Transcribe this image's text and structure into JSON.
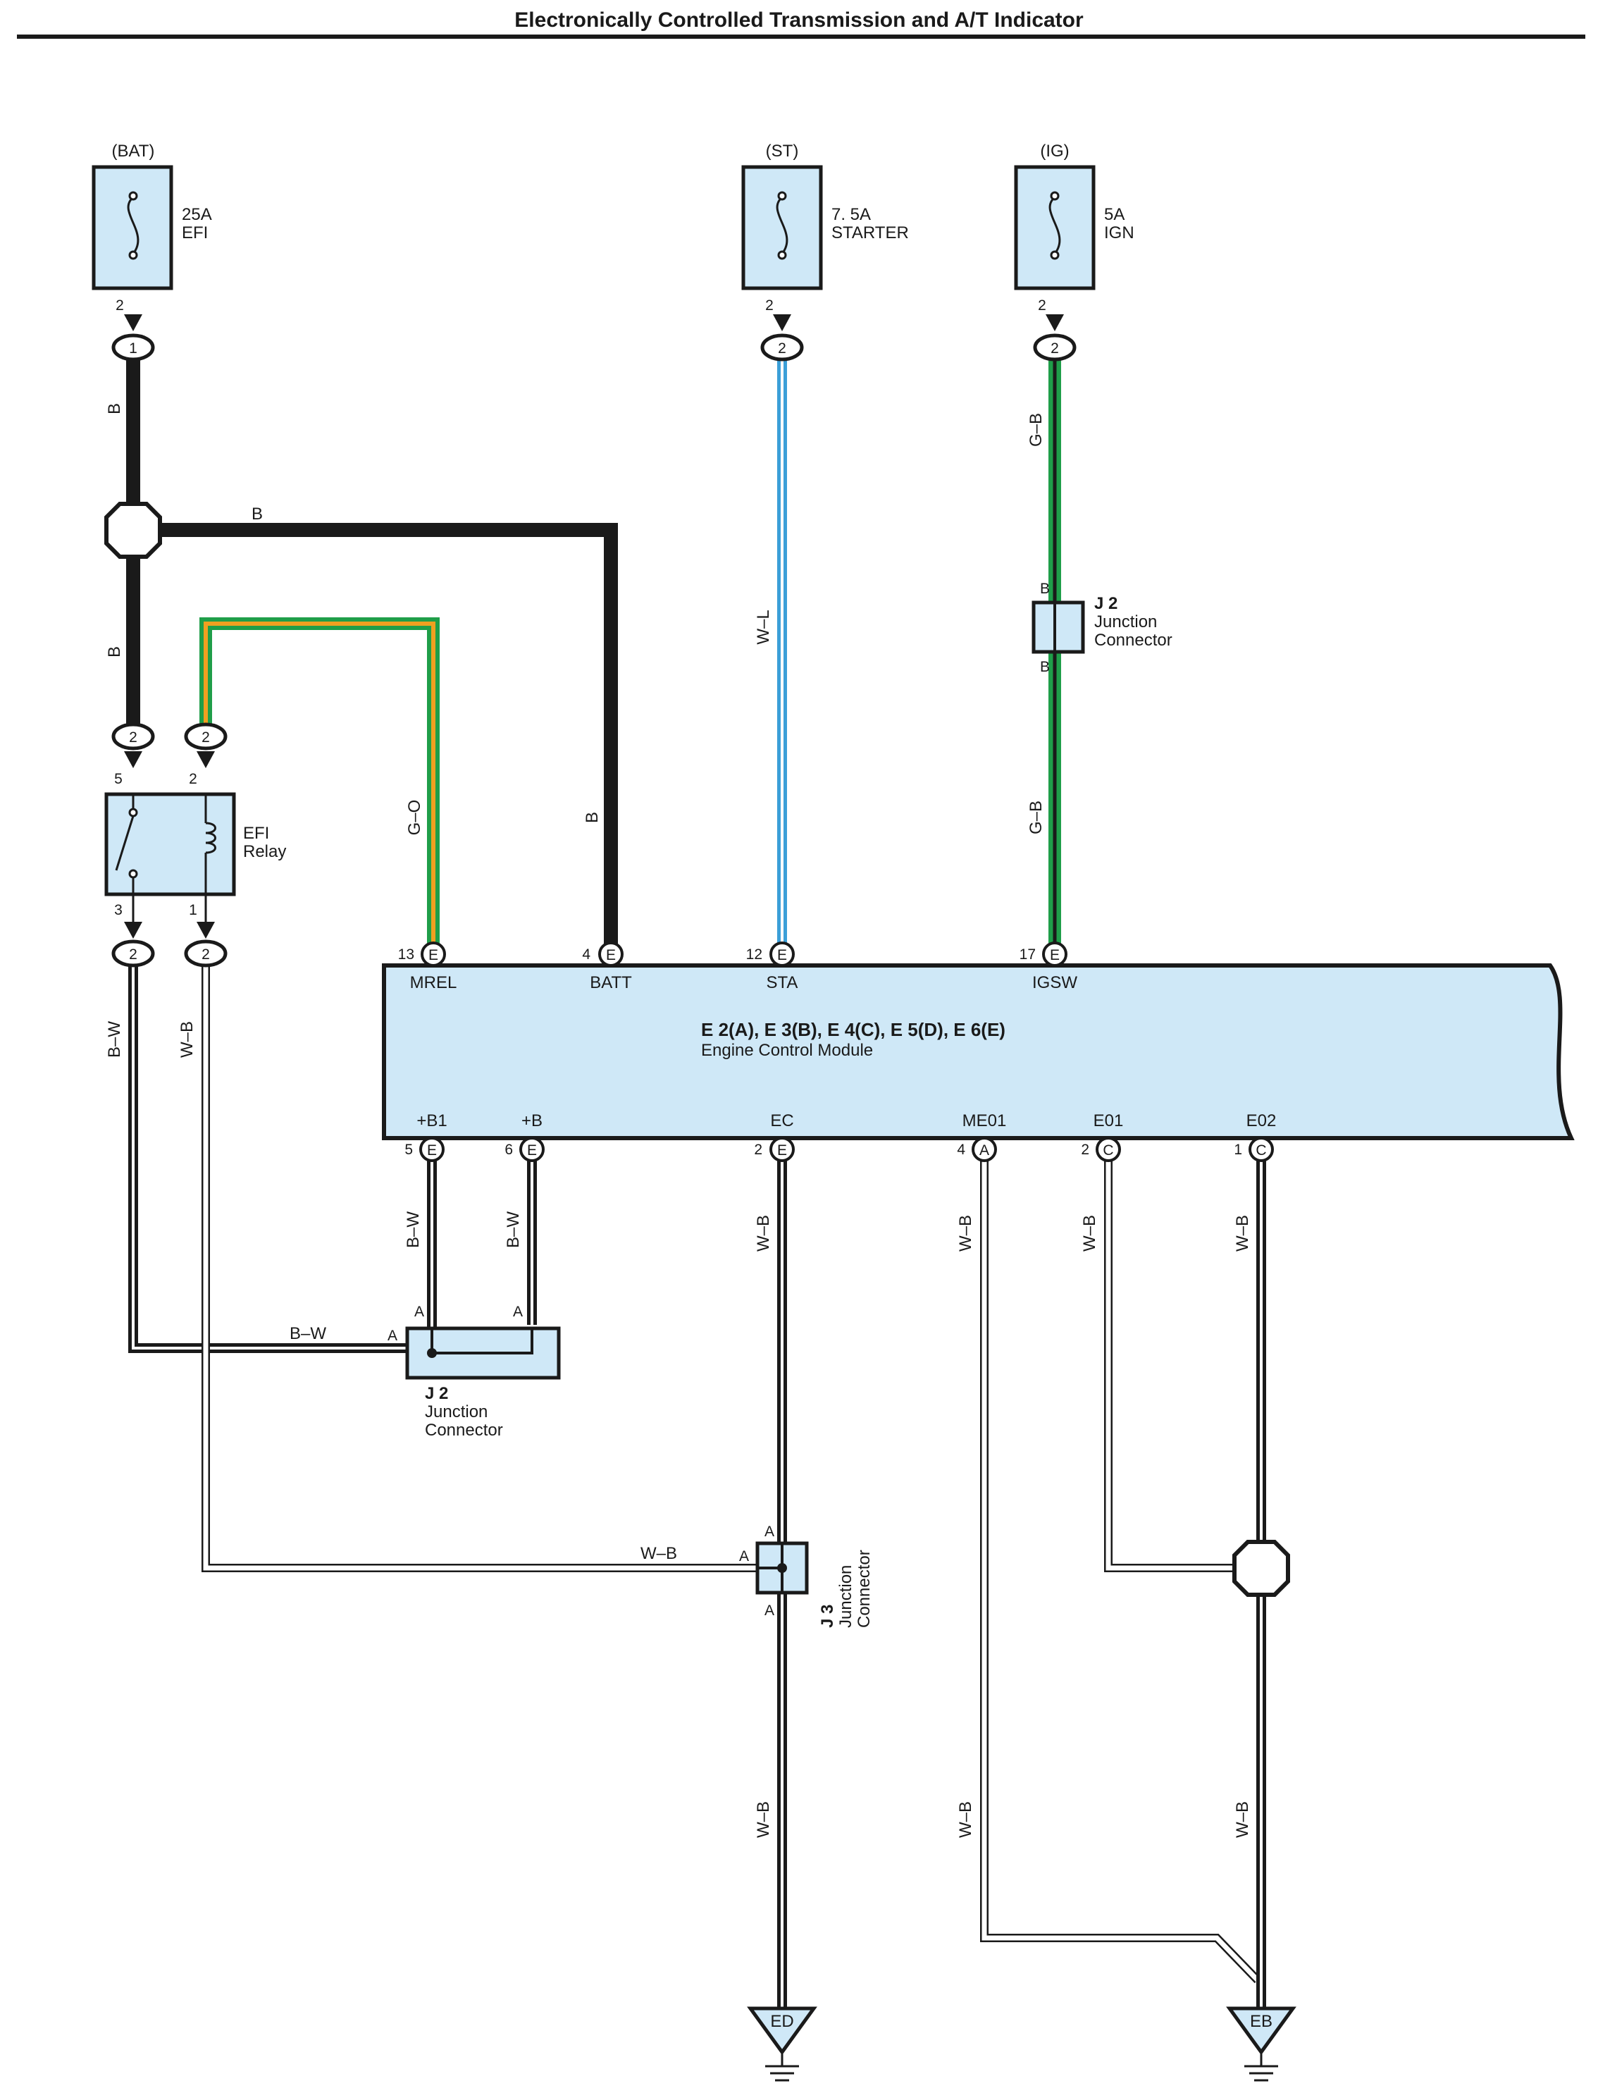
{
  "title": "Electronically Controlled Transmission and A/T Indicator",
  "fuses": [
    {
      "source": "(BAT)",
      "rating": "25A",
      "name": "EFI",
      "pin_top": "2",
      "conn_pin": "1"
    },
    {
      "source": "(ST)",
      "rating": "7. 5A",
      "name": "STARTER",
      "pin_top": "2",
      "conn_pin": "2"
    },
    {
      "source": "(IG)",
      "rating": "5A",
      "name": "IGN",
      "pin_top": "2",
      "conn_pin": "2"
    }
  ],
  "relay": {
    "name_line1": "EFI",
    "name_line2": "Relay",
    "pins": {
      "p5": "5",
      "p2": "2",
      "p3": "3",
      "p1": "1"
    },
    "conn": "2"
  },
  "ecm": {
    "connectors": "E 2(A), E 3(B), E 4(C), E 5(D), E 6(E)",
    "name": "Engine Control Module",
    "top_terminals": [
      {
        "num": "13",
        "conn": "E",
        "name": "MREL"
      },
      {
        "num": "4",
        "conn": "E",
        "name": "BATT"
      },
      {
        "num": "12",
        "conn": "E",
        "name": "STA"
      },
      {
        "num": "17",
        "conn": "E",
        "name": "IGSW"
      }
    ],
    "bottom_terminals": [
      {
        "num": "5",
        "conn": "E",
        "name": "+B1"
      },
      {
        "num": "6",
        "conn": "E",
        "name": "+B"
      },
      {
        "num": "2",
        "conn": "E",
        "name": "EC"
      },
      {
        "num": "4",
        "conn": "A",
        "name": "ME01"
      },
      {
        "num": "2",
        "conn": "C",
        "name": "E01"
      },
      {
        "num": "1",
        "conn": "C",
        "name": "E02"
      }
    ]
  },
  "wires": {
    "b": "B",
    "wl": "W–L",
    "gb": "G–B",
    "go": "G–O",
    "bw": "B–W",
    "wb": "W–B"
  },
  "junctions": {
    "j2_top": {
      "id": "J 2",
      "line1": "Junction",
      "line2": "Connector",
      "pin": "B"
    },
    "j2_bottom": {
      "id": "J 2",
      "line1": "Junction",
      "line2": "Connector",
      "pin": "A"
    },
    "j3": {
      "id": "J 3",
      "line1": "Junction",
      "line2": "Connector",
      "pin": "A"
    }
  },
  "grounds": {
    "left": "ED",
    "right": "EB"
  },
  "colors": {
    "body": "#cfe8f7",
    "wire_blue": "#3b9fd8",
    "wire_green": "#1f9e49",
    "wire_orange": "#f0a020",
    "ink": "#1a1a1a"
  }
}
